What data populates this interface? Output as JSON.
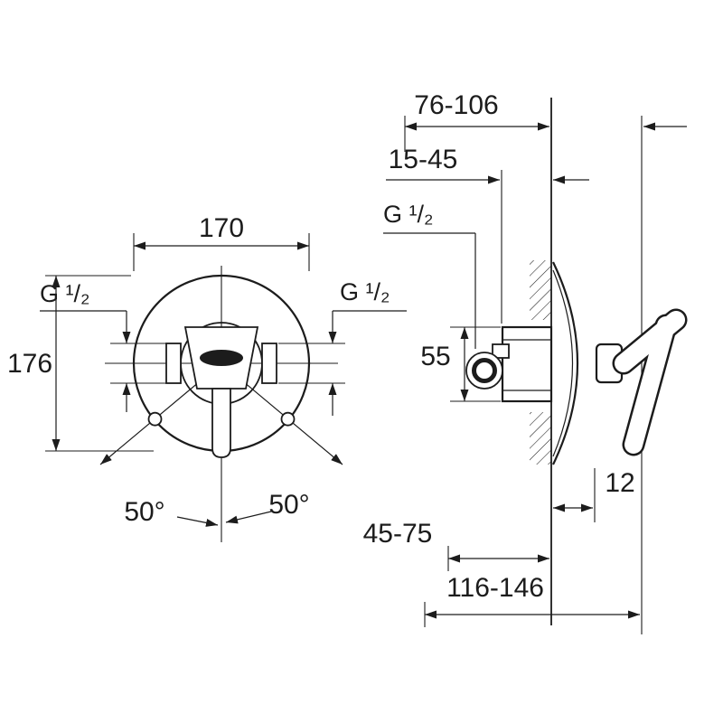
{
  "drawing": {
    "front_view": {
      "diameter_label": "170",
      "height_label": "176",
      "thread_left_label": "G ¹/₂",
      "thread_right_label": "G ¹/₂",
      "swivel_angle_left_label": "50°",
      "swivel_angle_right_label": "50°"
    },
    "side_view": {
      "install_depth_top_label": "76-106",
      "install_depth_mid_label": "15-45",
      "thread_label": "G ¹/₂",
      "body_height_label": "55",
      "trim_depth_label": "12",
      "depth_lower_label": "45-75",
      "depth_total_label": "116-146"
    },
    "colors": {
      "line": "#1c1c1c",
      "background": "#ffffff"
    }
  }
}
